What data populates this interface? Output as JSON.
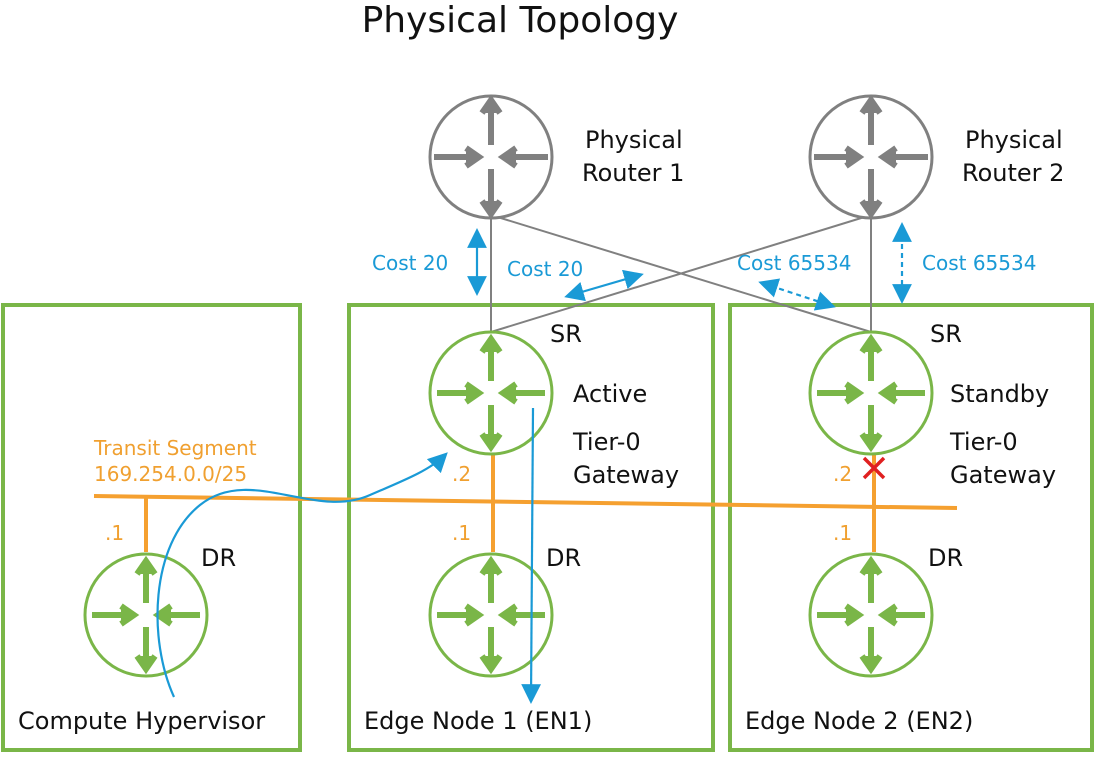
{
  "title": "Physical Topology",
  "physical_router_1": {
    "line1": "Physical",
    "line2": "Router 1"
  },
  "physical_router_2": {
    "line1": "Physical",
    "line2": "Router 2"
  },
  "costs": {
    "en1_to_r1": "Cost 20",
    "en1_to_r2": "Cost 20",
    "en2_to_r1": "Cost 65534",
    "en2_to_r2": "Cost 65534"
  },
  "compute_hypervisor": {
    "label": "Compute Hypervisor",
    "dr_label": "DR",
    "iface": ".1"
  },
  "transit_segment": {
    "name": "Transit Segment",
    "subnet": "169.254.0.0/25"
  },
  "edge_node_1": {
    "label": "Edge Node 1 (EN1)",
    "sr_label": "SR",
    "state": "Active",
    "gateway_line1": "Tier-0",
    "gateway_line2": "Gateway",
    "sr_iface": ".2",
    "dr_iface": ".1",
    "dr_label": "DR"
  },
  "edge_node_2": {
    "label": "Edge Node 2 (EN2)",
    "sr_label": "SR",
    "state": "Standby",
    "gateway_line1": "Tier-0",
    "gateway_line2": "Gateway",
    "sr_iface": ".2",
    "dr_iface": ".1",
    "dr_label": "DR"
  },
  "colors": {
    "box": "#7ab648",
    "router_green": "#7ab648",
    "router_grey": "#808080",
    "segment": "#f5a030",
    "flow": "#1a9ad6",
    "failure": "#e02020"
  },
  "icons": {
    "router": "router-icon",
    "failure": "x-mark-icon"
  }
}
